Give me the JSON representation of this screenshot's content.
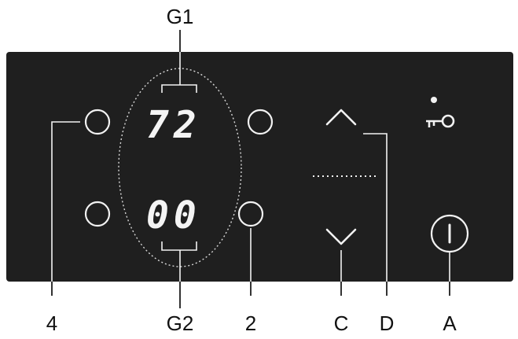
{
  "labels": {
    "g1": "G1",
    "g2": "G2",
    "four": "4",
    "two": "2",
    "c": "C",
    "d": "D",
    "a": "A"
  },
  "display": {
    "top": "72",
    "bottom": "00"
  },
  "icons": {
    "zone_knob": "circle-button",
    "up": "chevron-up-icon",
    "down": "chevron-down-icon",
    "lock": "key-lock-icon",
    "power": "power-icon"
  },
  "colors": {
    "panel": "#1f1f1f",
    "symbols": "#f2f2f2",
    "labels": "#111111"
  }
}
